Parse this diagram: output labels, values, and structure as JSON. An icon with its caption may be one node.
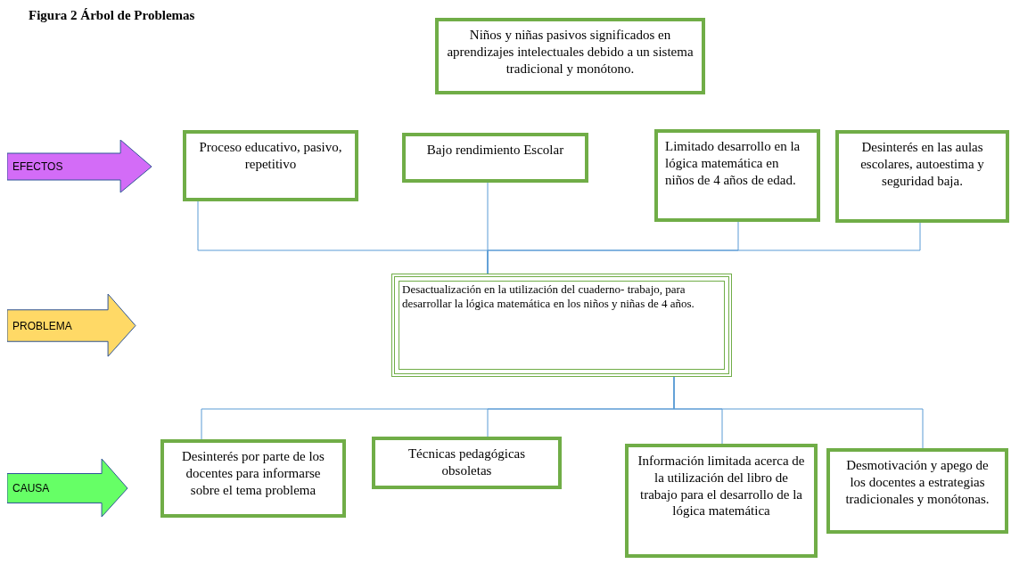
{
  "diagram": {
    "title": "Figura 2 Árbol de Problemas",
    "nodes": [
      {
        "text": [
          "Niños y niñas pasivos significados en aprendizajes intelectuales debido a un sistema tradicional y monótono."
        ]
      },
      {
        "text": [
          "EFECTOS"
        ]
      },
      {
        "text": [
          "Proceso educativo, pasivo, repetitivo"
        ]
      },
      {
        "text": [
          "Bajo rendimiento Escolar"
        ]
      },
      {
        "text": [
          "Limitado desarrollo en la lógica matemática en niños de 4 años de edad."
        ]
      },
      {
        "text": [
          "Desinterés en las aulas escolares, autoestima y seguridad baja."
        ]
      },
      {
        "text": [
          "PROBLEMA"
        ]
      },
      {
        "text": [
          "Desactualización en la utilización del cuaderno- trabajo, para desarrollar la  lógica matemática en los niños y niñas de 4 años."
        ]
      },
      {
        "text": [
          "CAUSA"
        ]
      },
      {
        "text": [
          "Desinterés por parte de los docentes para informarse sobre el tema problema"
        ]
      },
      {
        "text": [
          "Técnicas pedagógicas obsoletas"
        ]
      },
      {
        "text": [
          "Información limitada acerca de la utilización del libro de trabajo para el desarrollo de la lógica matemática"
        ]
      },
      {
        "text": [
          "Desmotivación y apego de los docentes a estrategias tradicionales y monótonas."
        ]
      }
    ],
    "edges": [
      {
        "from": 2,
        "to": 7,
        "arrow": "none"
      },
      {
        "from": 3,
        "to": 7,
        "arrow": "none"
      },
      {
        "from": 4,
        "to": 7,
        "arrow": "none"
      },
      {
        "from": 5,
        "to": 7,
        "arrow": "none"
      },
      {
        "from": 7,
        "to": 9,
        "arrow": "none"
      },
      {
        "from": 7,
        "to": 10,
        "arrow": "none"
      },
      {
        "from": 7,
        "to": 11,
        "arrow": "none"
      },
      {
        "from": 7,
        "to": 12,
        "arrow": "none"
      }
    ]
  }
}
